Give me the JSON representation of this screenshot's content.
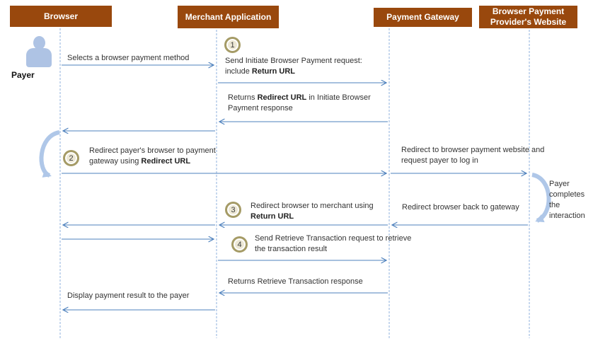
{
  "diagram": {
    "colors": {
      "header_bg": "#99480D",
      "arrow_blue": "#4E81BD",
      "lifeline_blue": "#8FB2DC",
      "loop_blue": "#AFC7E8",
      "step_ring": "#A59B66",
      "step_fill": "#EDE8D5",
      "payer_icon": "#AEC3E4"
    },
    "actors": [
      {
        "id": "browser",
        "label": "Browser"
      },
      {
        "id": "merchant",
        "label": "Merchant Application"
      },
      {
        "id": "gateway",
        "label": "Payment Gateway"
      },
      {
        "id": "provider",
        "label": "Browser Payment Provider's Website"
      }
    ],
    "payer_label": "Payer",
    "steps": [
      {
        "number": "1",
        "line1": "Send Initiate Browser Payment request:",
        "line2_pre": "include ",
        "line2_bold": "Return URL"
      },
      {
        "number": "2",
        "pre": "Redirect payer's browser to payment gateway using ",
        "bold": "Redirect URL"
      },
      {
        "number": "3",
        "pre": "Redirect browser to merchant using ",
        "bold": "Return URL"
      },
      {
        "number": "4",
        "text": "Send Retrieve Transaction request to retrieve the transaction result"
      }
    ],
    "messages": {
      "select_method": "Selects a browser payment method",
      "returns_redirect_pre": "Returns ",
      "returns_redirect_bold": "Redirect URL",
      "returns_redirect_post": " in Initiate Browser Payment response",
      "redirect_to_provider": "Redirect to browser payment website and request payer to log in",
      "payer_completes": "Payer completes the interaction",
      "redirect_back": "Redirect browser back to gateway",
      "returns_retrieve": "Returns Retrieve Transaction response",
      "display_result": "Display payment result to the payer"
    }
  }
}
